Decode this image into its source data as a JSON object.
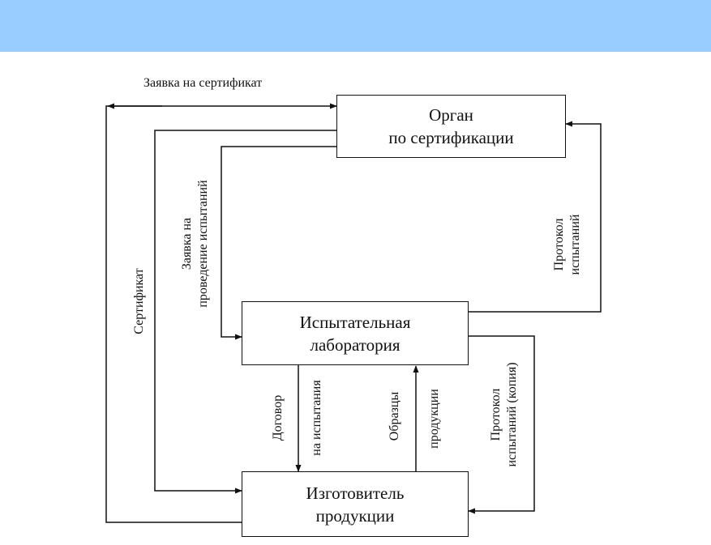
{
  "header": {
    "color": "#99ccff"
  },
  "nodes": {
    "organ": {
      "line1": "Орган",
      "line2": "по сертификации"
    },
    "lab": {
      "line1": "Испытательная",
      "line2": "лаборатория"
    },
    "maker": {
      "line1": "Изготовитель",
      "line2": "продукции"
    }
  },
  "edges": {
    "application_cert": "Заявка на сертификат",
    "certificate": "Сертификат",
    "test_request": {
      "line1": "Заявка на",
      "line2": "проведение испытаний"
    },
    "test_report": {
      "line1": "Протокол",
      "line2": "испытаний"
    },
    "contract": "Договор",
    "for_testing": "на испытания",
    "samples": "Образцы",
    "of_product": "продукции",
    "report_copy": {
      "line1": "Протокол",
      "line2": "испытаний (копия)"
    }
  }
}
